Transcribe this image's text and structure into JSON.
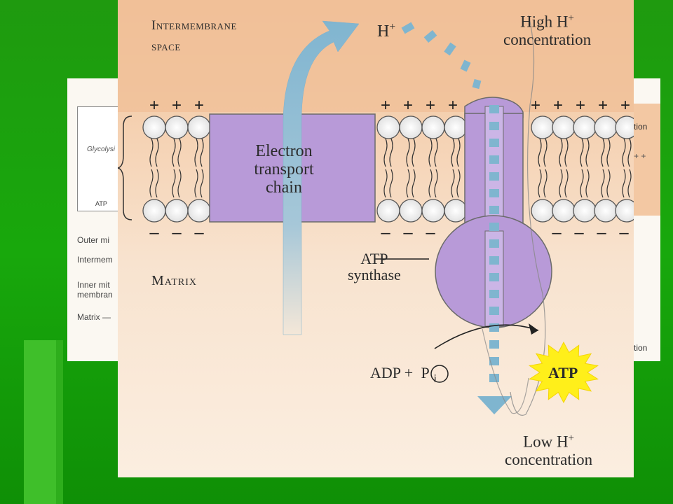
{
  "background": {
    "slide_color": "#18a80c",
    "peach_color": "#f3c8a3",
    "lilac_color": "#b79bd8"
  },
  "back_page": {
    "left_labels": [
      "Outer mi",
      "Intermem",
      "Inner mit",
      "membran",
      "Matrix —"
    ],
    "glycolysis": "Glycolysi",
    "atp_small": "ATP",
    "right_fragments": [
      "tion",
      "+ +",
      "tion"
    ]
  },
  "diagram": {
    "intermembrane_label": [
      "Intermembrane",
      "space"
    ],
    "matrix_label": "Matrix",
    "h_plus": "H",
    "h_plus_sup": "+",
    "high_h": {
      "line1": "High H",
      "sup": "+",
      "line2": "concentration"
    },
    "etc_label": [
      "Electron",
      "transport",
      "chain"
    ],
    "atp_synthase": [
      "ATP",
      "synthase"
    ],
    "adp_pi": {
      "adp": "ADP +",
      "p": "P",
      "i": "i"
    },
    "atp_product": "ATP",
    "low_h": {
      "line1": "Low H",
      "sup": "+",
      "line2": "concentration"
    },
    "plus_sign": "+",
    "minus_sign": "–"
  }
}
